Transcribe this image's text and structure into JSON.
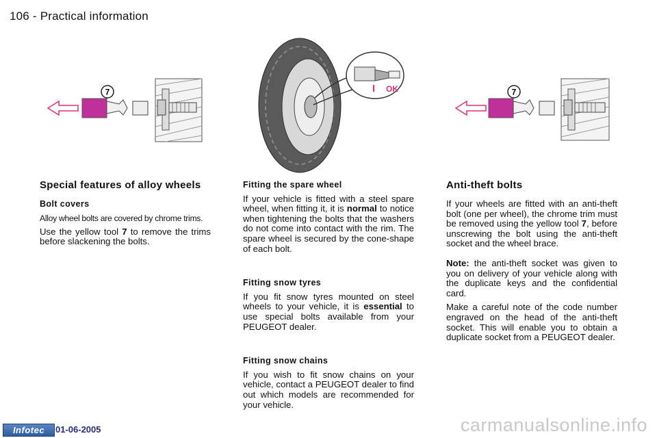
{
  "header": {
    "page_number": "106",
    "separator": "-",
    "section_title": "Practical information"
  },
  "figures": {
    "tool_number": "7",
    "ok_label": "OK",
    "colors": {
      "tool": "#c0309a",
      "arrow": "#e0306a",
      "wall": "#8a8a8a"
    }
  },
  "left_column": {
    "title": "Special features of alloy wheels",
    "subtitle": "Bolt covers",
    "para1": "Alloy wheel bolts are covered by chrome trims.",
    "para2_before": "Use the yellow tool ",
    "para2_bold": "7",
    "para2_after": " to remove the trims before slackening the bolts."
  },
  "middle_column": {
    "spare_title": "Fitting the spare wheel",
    "spare_before": "If your vehicle is fitted with a steel spare wheel, when fitting it, it is ",
    "spare_bold": "normal",
    "spare_after": " to notice when tightening the bolts that the washers do not come into contact with the rim. The spare wheel is secured by the cone-shape of each bolt.",
    "snow_tyres_title": "Fitting snow tyres",
    "snow_tyres_before": "If you fit snow tyres mounted on steel wheels to your vehicle, it is ",
    "snow_tyres_bold": "essential",
    "snow_tyres_after": " to use special bolts available from your PEUGEOT dealer.",
    "snow_chains_title": "Fitting snow chains",
    "snow_chains_text": "If you wish to fit snow chains on your vehicle, contact a PEUGEOT dealer to find out which models are recommended for your vehicle."
  },
  "right_column": {
    "title": "Anti-theft bolts",
    "para1_before": "If your wheels are fitted with an anti-theft bolt (one per wheel), the chrome trim must be removed using the yellow tool ",
    "para1_bold": "7",
    "para1_after": ", before unscrewing the bolt using the anti-theft socket and the wheel brace.",
    "note_label": "Note:",
    "note_text": " the anti-theft socket was given to you on delivery of your vehicle along with the duplicate keys and the confidential card.",
    "para3": "Make a careful note of the code number engraved on the head of the anti-theft socket. This will enable you to obtain a duplicate socket from a PEUGEOT dealer."
  },
  "footer": {
    "badge": "Infotec",
    "date": "01-06-2005",
    "watermark": "carmanualsonline.info"
  }
}
